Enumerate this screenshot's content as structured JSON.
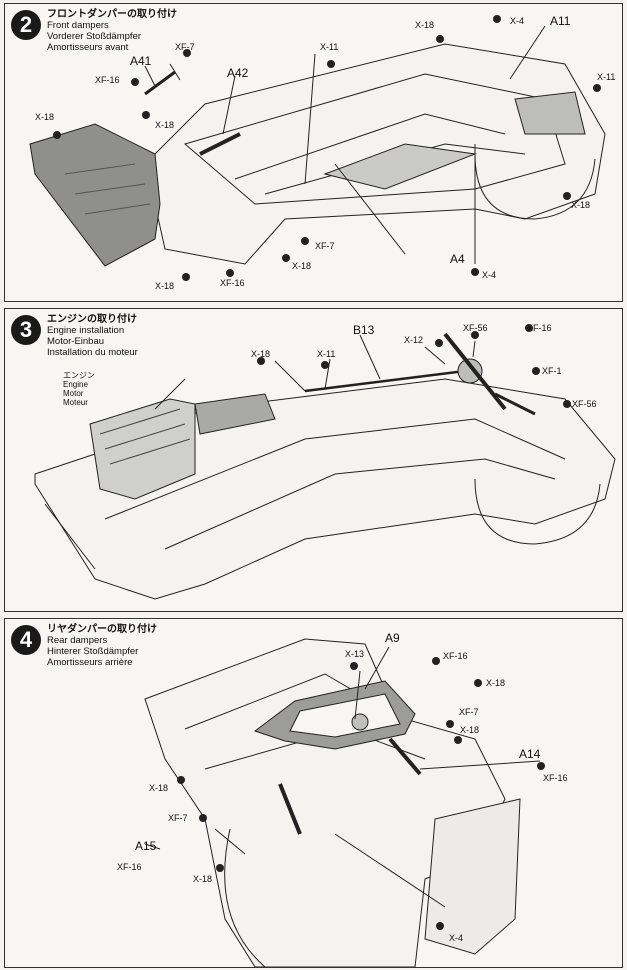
{
  "steps": [
    {
      "number": "2",
      "title_jp": "フロントダンパーの取り付け",
      "title_en": "Front dampers",
      "title_de": "Vorderer Stoßdämpfer",
      "title_fr": "Amortisseurs avant",
      "labels": {
        "a41": "A41",
        "a42": "A42",
        "a11": "A11",
        "a4": "A4",
        "xf7_top": "XF-7",
        "xf16_left": "XF-16",
        "x18_mid": "X-18",
        "x18_left": "X-18",
        "x11_mid": "X-11",
        "x18_topright": "X-18",
        "x4_top": "X-4",
        "x11_right": "X-11",
        "x18_right": "X-18",
        "xf7_bottom": "XF-7",
        "x18_bottom": "X-18",
        "x18_bottomleft": "X-18",
        "xf16_bottom": "XF-16",
        "x4_bottom": "X-4"
      }
    },
    {
      "number": "3",
      "title_jp": "エンジンの取り付け",
      "title_en": "Engine installation",
      "title_de": "Motor-Einbau",
      "title_fr": "Installation du moteur",
      "engine_jp": "エンジン",
      "engine_en": "Engine",
      "engine_de": "Motor",
      "engine_fr": "Moteur",
      "labels": {
        "b13": "B13",
        "x18": "X-18",
        "x11": "X-11",
        "x12": "X-12",
        "xf56_top": "XF-56",
        "xf16": "XF-16",
        "xf1": "XF-1",
        "xf56_right": "XF-56"
      }
    },
    {
      "number": "4",
      "title_jp": "リヤダンパーの取り付け",
      "title_en": "Rear dampers",
      "title_de": "Hinterer Stoßdämpfer",
      "title_fr": "Amortisseurs arrière",
      "labels": {
        "a9": "A9",
        "a14": "A14",
        "a15": "A15",
        "x13": "X-13",
        "xf16_top": "XF-16",
        "x18_topright": "X-18",
        "xf7_right": "XF-7",
        "x18_right": "X-18",
        "xf16_right": "XF-16",
        "x18_left": "X-18",
        "xf7_left": "XF-7",
        "xf16_left": "XF-16",
        "x18_bottomleft": "X-18",
        "x4": "X-4"
      }
    }
  ]
}
